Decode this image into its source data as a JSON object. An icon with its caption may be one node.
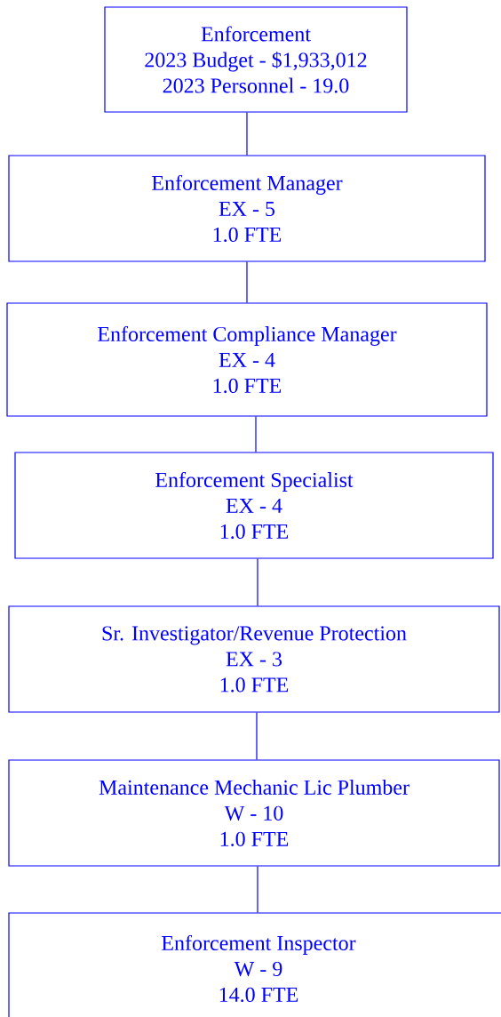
{
  "diagram": {
    "nodes": [
      {
        "text": [
          "Enforcement",
          "2023 Budget - $1,933,012",
          "2023 Personnel - 19.0"
        ]
      },
      {
        "text": [
          "Enforcement Manager",
          "EX - 5",
          "1.0 FTE"
        ]
      },
      {
        "text": [
          "Enforcement Compliance Manager",
          "EX - 4",
          "1.0 FTE"
        ]
      },
      {
        "text": [
          "Enforcement Specialist",
          "EX - 4",
          "1.0 FTE"
        ]
      },
      {
        "text": [
          "Sr. Investigator/Revenue Protection",
          "EX - 3",
          "1.0 FTE"
        ]
      },
      {
        "text": [
          "Maintenance Mechanic Lic Plumber",
          "W - 10",
          "1.0 FTE"
        ]
      },
      {
        "text": [
          "Enforcement Inspector",
          "W - 9",
          "14.0 FTE"
        ]
      }
    ],
    "edges": [
      {
        "from": 0,
        "to": 1,
        "arrow": "none"
      },
      {
        "from": 1,
        "to": 2,
        "arrow": "none"
      },
      {
        "from": 2,
        "to": 3,
        "arrow": "none"
      },
      {
        "from": 3,
        "to": 4,
        "arrow": "none"
      },
      {
        "from": 4,
        "to": 5,
        "arrow": "none"
      },
      {
        "from": 5,
        "to": 6,
        "arrow": "none"
      }
    ]
  }
}
